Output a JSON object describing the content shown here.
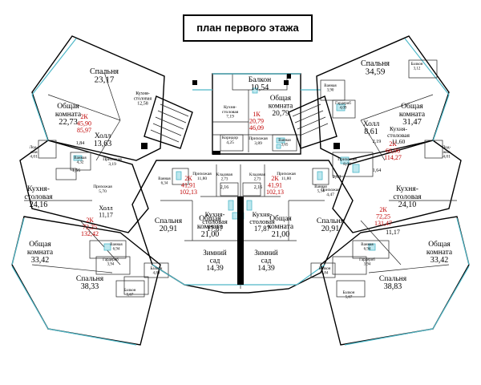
{
  "title": "план первого этажа",
  "rooms": {
    "bedroom_tl": {
      "name": "Спальня",
      "area": "23,17"
    },
    "kitchen_tl": {
      "name": "Кухня-\nстоловая",
      "area": "12,58"
    },
    "living_tl": {
      "name": "Общая\nкомната",
      "area": "22,73"
    },
    "hall_tl": {
      "name": "Холл",
      "area": "13,63"
    },
    "apt_tl": {
      "name": "2К",
      "area1": "45,90",
      "area2": "85,97"
    },
    "loggia_tl": {
      "name": "Лод-\nжия",
      "area": "4,01"
    },
    "bath_tl1": {
      "name": "Ванная",
      "area": "4,32"
    },
    "bath_tl1_val": "1,84",
    "hall_tl2": {
      "name": "Прихожая",
      "area": "3,19"
    },
    "bath_tl2_val": "1,56",
    "kitchen_l": {
      "name": "Кухня-\nстоловая",
      "area": "24,16"
    },
    "hall_l": {
      "name": "Прихожая",
      "area": "5,70"
    },
    "apt_l": {
      "name": "2К",
      "area1": "72,25",
      "area2": "132,42"
    },
    "hall_l2": {
      "name": "Холл",
      "area": "11,17"
    },
    "living_bl": {
      "name": "Общая\nкомната",
      "area": "33,42"
    },
    "bedroom_bl": {
      "name": "Спальня",
      "area": "38,33"
    },
    "bath_bl": {
      "name": "Ванная",
      "area": "6,94"
    },
    "wardrobe_bl": {
      "name": "Гардероб",
      "area": "3,94"
    },
    "balcony_bl1": {
      "name": "Балкон",
      "area": "4,84"
    },
    "balcony_bl2": {
      "name": "Балкон",
      "area": "5,67"
    },
    "bath_l": {
      "name": "Ванная",
      "area": "6,34"
    },
    "bedroom_cl": {
      "name": "Спальня",
      "area": "20,91"
    },
    "living_cl": {
      "name": "Общая\nкомната",
      "area": "21,00"
    },
    "hall_cl": {
      "name": "Прихожая",
      "area": "11,80"
    },
    "apt_cl": {
      "name": "2К",
      "area1": "41,91",
      "area2": "102,13"
    },
    "kitchen_cl": {
      "name": "Кухня-\nстоловая",
      "area": "17,87"
    },
    "pantry_cl": {
      "name": "Кладовая",
      "area": "2,73"
    },
    "wc_cl": {
      "name": "",
      "area": "2,16"
    },
    "garden_cl": {
      "name": "Зимний\nсад",
      "area": "14,39"
    },
    "balcony_top": {
      "name": "Балкон",
      "area": "10,54"
    },
    "kitchen_top": {
      "name": "Кухня-\nстоловая",
      "area": "7,19"
    },
    "apt_top": {
      "name": "1К",
      "area1": "20,79",
      "area2": "46,09"
    },
    "living_top": {
      "name": "Общая\nкомната",
      "area": "20,79"
    },
    "corridor_top": {
      "name": "Коридор",
      "area": "4,25"
    },
    "hall_top": {
      "name": "Прихожая",
      "area": "3,89"
    },
    "bath_top": {
      "name": "Ванная",
      "area": "3,65"
    },
    "pantry_cr": {
      "name": "Кладовая",
      "area": "2,73"
    },
    "wc_cr": {
      "name": "",
      "area": "2,16"
    },
    "apt_cr": {
      "name": "2К",
      "area1": "41,91",
      "area2": "102,13"
    },
    "hall_cr": {
      "name": "Прихожая",
      "area": "11,80"
    },
    "kitchen_cr": {
      "name": "Кухня-\nстоловая",
      "area": "17,87"
    },
    "living_cr": {
      "name": "Общая\nкомната",
      "area": "21,00"
    },
    "bedroom_cr": {
      "name": "Спальня",
      "area": "20,91"
    },
    "garden_cr": {
      "name": "Зимний\nсад",
      "area": "14,39"
    },
    "bath_cr": {
      "name": "Ванная",
      "area": "5,34"
    },
    "bedroom_tr": {
      "name": "Спальня",
      "area": "34,59"
    },
    "balcony_tr": {
      "name": "Балкон",
      "area": "3,12"
    },
    "bath_tr": {
      "name": "Ванная",
      "area": "3,90"
    },
    "wardrobe_tr": {
      "name": "Гардероб",
      "area": "4,09"
    },
    "living_tr": {
      "name": "Общая\nкомната",
      "area": "31,47"
    },
    "hall_tr": {
      "name": "Холл",
      "area": "8,61"
    },
    "apt_tr": {
      "name": "2К",
      "area1": "66,06",
      "area2": "114,27"
    },
    "kitchen_tr": {
      "name": "Кухня-\nстоловая",
      "area": "11,60"
    },
    "loggia_tr": {
      "name": "Лод-\nжия",
      "area": "4,01"
    },
    "hall_tr2": {
      "name": "Прихожая",
      "area": "8,08"
    },
    "val_tr1": "2,19",
    "val_tr2": "2,93",
    "val_tr3": "1,64",
    "hall_r": {
      "name": "Прихожая",
      "area": "4,47"
    },
    "kitchen_r": {
      "name": "Кухня-\nстоловая",
      "area": "24,10"
    },
    "apt_r": {
      "name": "2К",
      "area1": "72,25",
      "area2": "131,47"
    },
    "hall_r2": {
      "name": "",
      "area": "11,17"
    },
    "living_br": {
      "name": "Общая\nкомната",
      "area": "33,42"
    },
    "bedroom_br": {
      "name": "Спальня",
      "area": "38,83"
    },
    "bath_br": {
      "name": "Ванная",
      "area": "6,94"
    },
    "wardrobe_br": {
      "name": "Гардероб",
      "area": "3,94"
    },
    "balcony_br1": {
      "name": "Балкон",
      "area": "4,84"
    },
    "balcony_br2": {
      "name": "Балкон",
      "area": "5,67"
    }
  }
}
